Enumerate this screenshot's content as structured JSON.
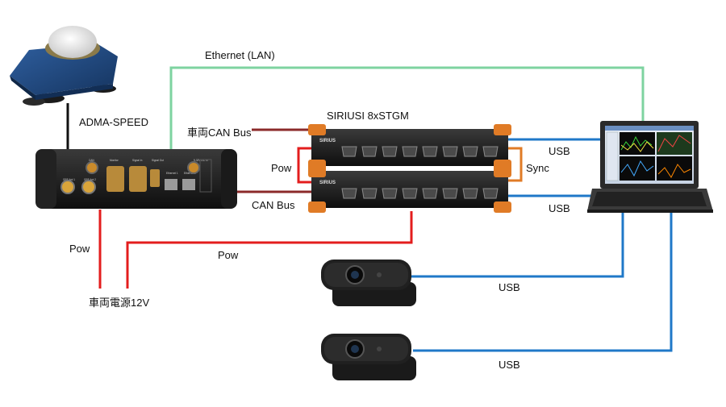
{
  "labels": {
    "gps_device": "ADMA-SPEED",
    "ethernet": "Ethernet (LAN)",
    "sirius": "SIRIUSI 8xSTGM",
    "can_bus_top": "車両CAN Bus",
    "can_bus": "CAN Bus",
    "pow_left": "Pow",
    "pow_middle": "Pow",
    "pow_bottom": "Pow",
    "sync": "Sync",
    "usb_1": "USB",
    "usb_2": "USB",
    "usb_3": "USB",
    "usb_4": "USB",
    "vehicle_power": "車両電源12V"
  },
  "module_text": {
    "brand": "SIRIUS",
    "adma_ports": [
      "GPS Ant 1",
      "GPS Ant 2",
      "CAN",
      "Monitor",
      "Signal In",
      "Signal Out",
      "Ethernet 1",
      "Ethernet 2",
      "9-32V DC In"
    ]
  },
  "colors": {
    "ethernet": "#7ed3a0",
    "power": "#e31d1d",
    "can": "#8b2a2a",
    "usb": "#1f78c8",
    "sync": "#e07b26",
    "black": "#111111"
  }
}
